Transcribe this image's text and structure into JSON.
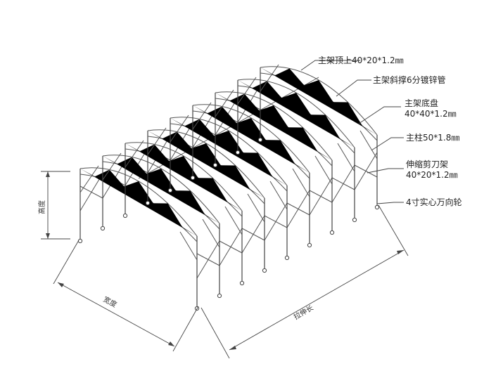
{
  "callouts": {
    "roof_tube": "主架顶上40*20*1.2㎜",
    "brace_tube": "主架斜撑6分镀锌管",
    "base_plate_title": "主架底盘",
    "base_plate_spec": "40*40*1.2㎜",
    "column": "主柱50*1.8㎜",
    "scissor_title": "伸缩剪刀架",
    "scissor_spec": "40*20*1.2㎜",
    "wheel": "4寸实心万向轮"
  },
  "dimensions": {
    "height": "高度",
    "width": "宽度",
    "length": "拉伸长"
  }
}
